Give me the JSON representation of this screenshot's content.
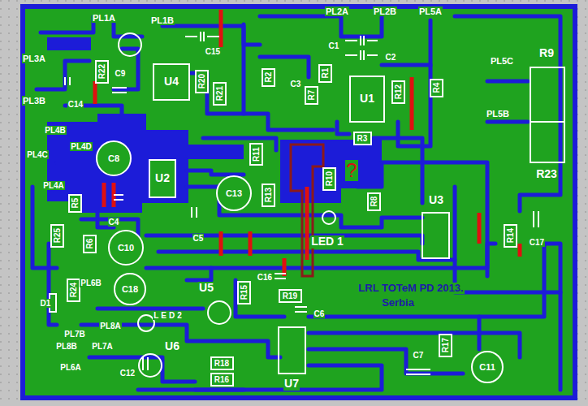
{
  "diagram": {
    "nodes": [
      {
        "text": [
          "U4"
        ]
      },
      {
        "text": [
          "R22"
        ]
      },
      {
        "text": [
          "R20"
        ]
      },
      {
        "text": [
          "R21"
        ]
      },
      {
        "text": [
          "R2"
        ]
      },
      {
        "text": [
          "R7"
        ]
      },
      {
        "text": [
          "R1"
        ]
      },
      {
        "text": [
          "U1"
        ]
      },
      {
        "text": [
          "R12"
        ]
      },
      {
        "text": [
          "R4"
        ]
      },
      {
        "text": [
          "R3"
        ]
      },
      {
        "text": [
          "C8"
        ]
      },
      {
        "text": [
          "R11"
        ]
      },
      {
        "text": [
          "U2"
        ]
      },
      {
        "text": [
          "C13"
        ]
      },
      {
        "text": [
          "R13"
        ]
      },
      {
        "text": [
          "R10"
        ]
      },
      {
        "text": [
          "R8"
        ]
      },
      {
        "text": [
          "R5"
        ]
      },
      {
        "text": [
          "R25"
        ]
      },
      {
        "text": [
          "R6"
        ]
      },
      {
        "text": [
          "C10"
        ]
      },
      {
        "text": [
          "R14"
        ]
      },
      {
        "text": [
          "R24"
        ]
      },
      {
        "text": [
          "C18"
        ]
      },
      {
        "text": [
          "R15"
        ]
      },
      {
        "text": [
          "R19"
        ]
      },
      {
        "text": [
          "R17"
        ]
      },
      {
        "text": [
          "R18"
        ]
      },
      {
        "text": [
          "R16"
        ]
      },
      {
        "text": [
          "C11"
        ]
      }
    ],
    "labels": [
      "PL1A",
      "PL1B",
      "C15",
      "PL2A",
      "PL2B",
      "PL5A",
      "C1",
      "C2",
      "PL3A",
      "C9",
      "PL3B",
      "C14",
      "C3",
      "PL5C",
      "R9",
      "PL5B",
      "R23",
      "PL4B",
      "PL4D",
      "PL4C",
      "PL4A",
      "C4",
      "C5",
      "U3",
      "?",
      "LED 1",
      "C17",
      "C16",
      "LRL TOTeM PD 2013.",
      "Serbia",
      "PL6B",
      "U5",
      "C6",
      "D1",
      "LED2",
      "PL7B",
      "PL8A",
      "PL8B",
      "PL7A",
      "U6",
      "PL6A",
      "C12",
      "U7",
      "C7"
    ]
  }
}
